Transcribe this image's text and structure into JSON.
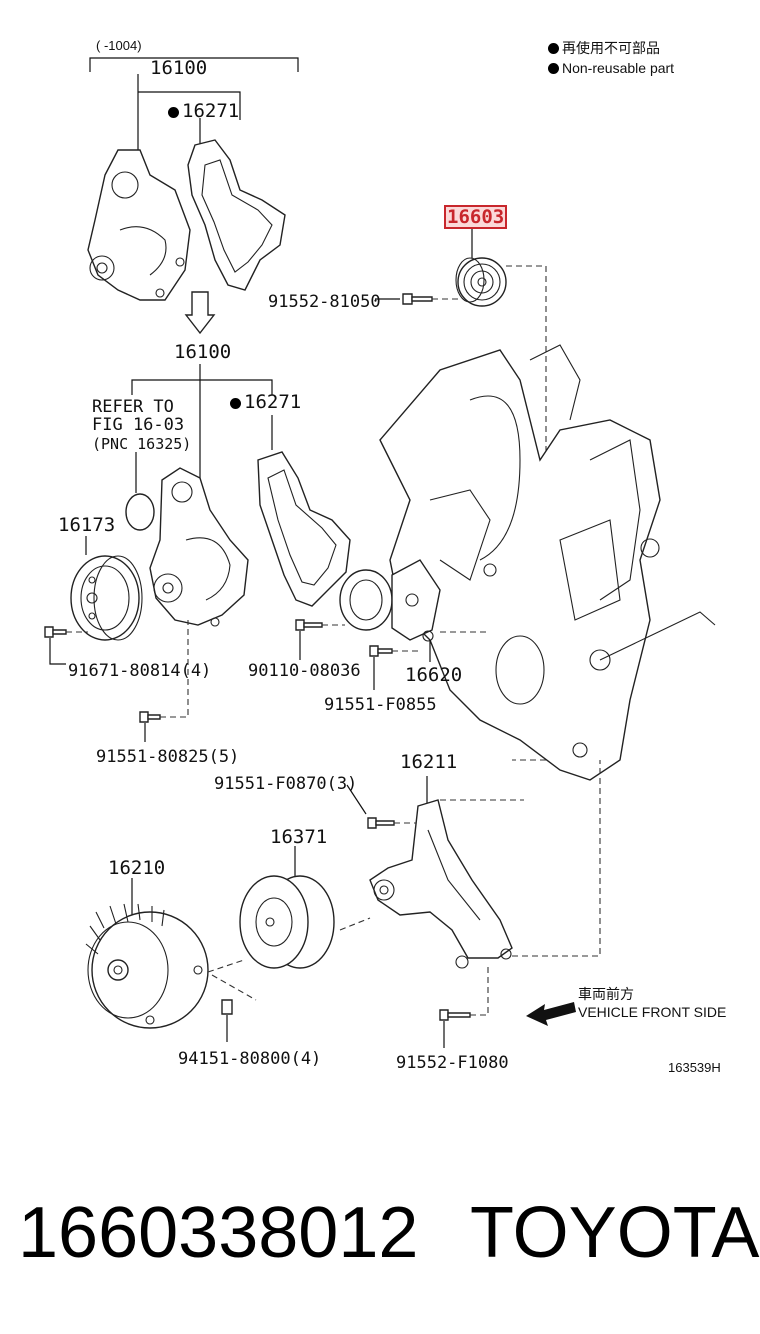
{
  "diagram": {
    "date_range": "(      -1004)",
    "legend": {
      "jp": "再使用不可部品",
      "en": "Non-reusable part"
    },
    "labels": {
      "p16100_top": "16100",
      "p16271_top": "16271",
      "p16603": "16603",
      "p91552_81050": "91552-81050",
      "p16100_mid": "16100",
      "refer1": "REFER TO",
      "refer2": "FIG 16-03",
      "refer3": "(PNC 16325)",
      "p16271_mid": "16271",
      "p16173": "16173",
      "p91671_80814": "91671-80814(4)",
      "p90110_08036": "90110-08036",
      "p16620": "16620",
      "p91551_F0855": "91551-F0855",
      "p91551_80825": "91551-80825(5)",
      "p16211": "16211",
      "p91551_F0870": "91551-F0870(3)",
      "p16371": "16371",
      "p16210": "16210",
      "p94151_80800": "94151-80800(4)",
      "p91552_F1080": "91552-F1080"
    },
    "front_jp": "車両前方",
    "front_en": "VEHICLE FRONT SIDE",
    "figure_code": "163539H",
    "highlight_color": "#c8262c"
  },
  "footer": {
    "part_number": "1660338012",
    "brand": "TOYOTA"
  }
}
